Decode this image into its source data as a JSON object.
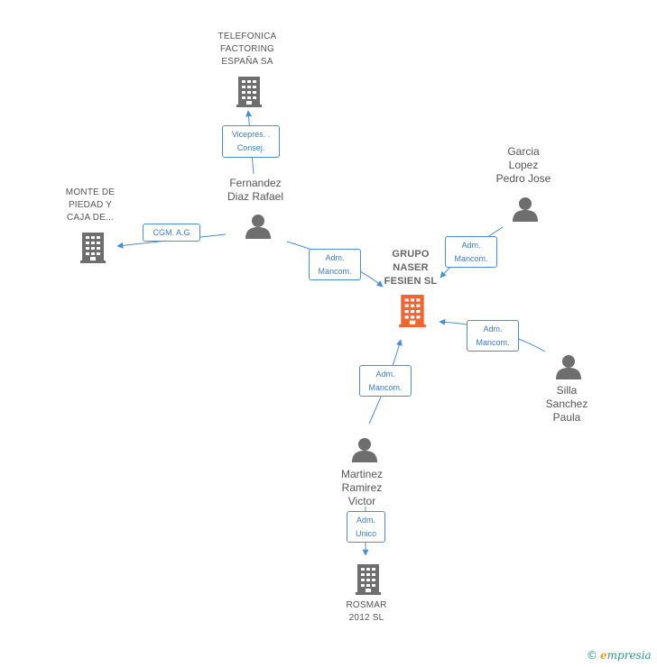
{
  "nodes": {
    "telefonica": {
      "lines": [
        "TELEFONICA",
        "FACTORING",
        "ESPAÑA SA"
      ]
    },
    "monte": {
      "lines": [
        "MONTE DE",
        "PIEDAD Y",
        "CAJA DE..."
      ]
    },
    "grupo": {
      "lines": [
        "GRUPO",
        "NASER",
        "FESIEN SL"
      ]
    },
    "rosmar": {
      "lines": [
        "ROSMAR",
        "2012 SL"
      ]
    },
    "fernandez": {
      "lines": [
        "Fernandez",
        "Diaz Rafael"
      ]
    },
    "garcia": {
      "lines": [
        "Garcia",
        "Lopez",
        "Pedro Jose"
      ]
    },
    "silla": {
      "lines": [
        "Silla",
        "Sanchez",
        "Paula"
      ]
    },
    "martinez": {
      "lines": [
        "Martinez",
        "Ramirez",
        "Victor"
      ]
    }
  },
  "edges": {
    "e_vicepres": {
      "lines": [
        "Vicepres. .",
        "Consej."
      ]
    },
    "e_cgm": {
      "lines": [
        "CGM. A.G"
      ]
    },
    "e_fern_adm": {
      "lines": [
        "Adm.",
        "Mancom."
      ]
    },
    "e_garcia_adm": {
      "lines": [
        "Adm.",
        "Mancom."
      ]
    },
    "e_silla_adm": {
      "lines": [
        "Adm.",
        "Mancom."
      ]
    },
    "e_martinez_adm": {
      "lines": [
        "Adm.",
        "Mancom."
      ]
    },
    "e_unico": {
      "lines": [
        "Adm.",
        "Unico"
      ]
    }
  },
  "colors": {
    "edge": "#4a8ed6",
    "company": "#6e6e6e",
    "main_company": "#f26530",
    "person": "#6e6e6e",
    "brand_e": "#e8a020"
  },
  "footer": {
    "copyright": "©",
    "brand_e": "e",
    "brand_rest": "mpresia"
  }
}
